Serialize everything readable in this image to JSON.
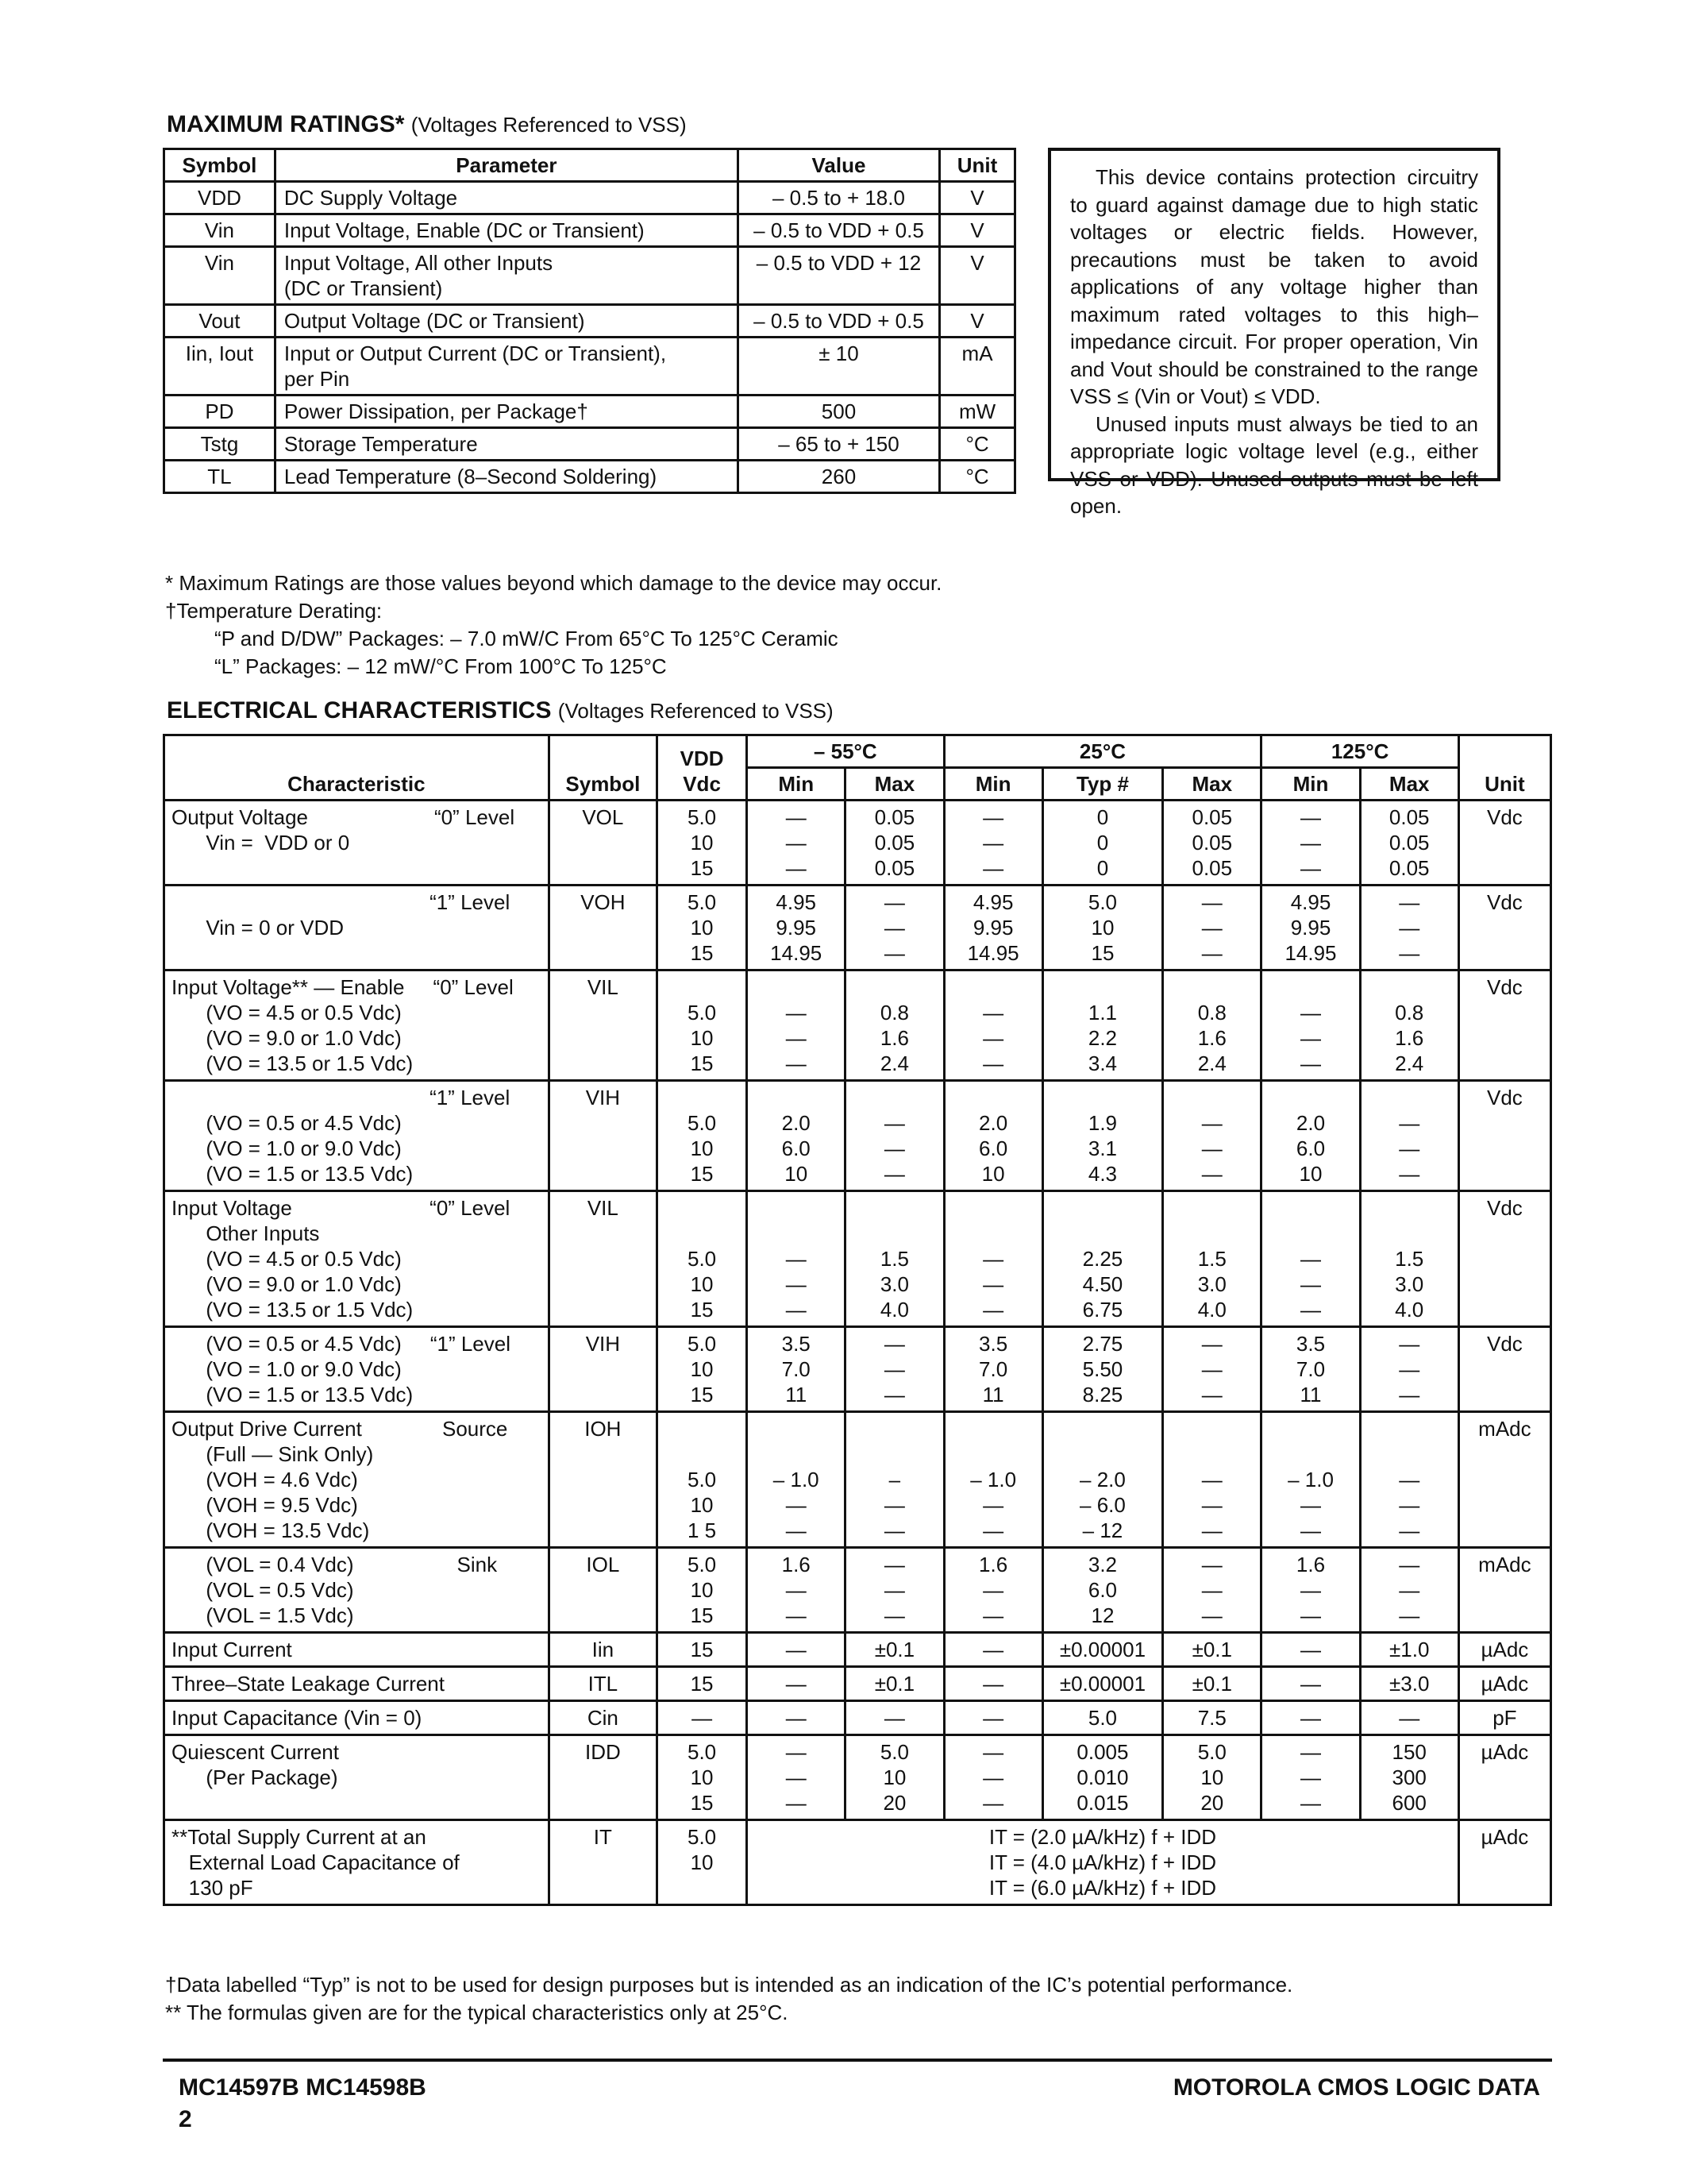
{
  "max_ratings": {
    "title": "MAXIMUM RATINGS*",
    "subtitle": "(Voltages Referenced to VSS)",
    "headers": [
      "Symbol",
      "Parameter",
      "Value",
      "Unit"
    ],
    "rows": [
      {
        "symbol": "VDD",
        "parameter": "DC Supply Voltage",
        "value": "– 0.5 to + 18.0",
        "unit": "V"
      },
      {
        "symbol": "Vin",
        "parameter": "Input Voltage, Enable (DC or Transient)",
        "value": "– 0.5 to VDD + 0.5",
        "unit": "V"
      },
      {
        "symbol": "Vin",
        "parameter": "Input Voltage, All other Inputs\n(DC or Transient)",
        "value": "– 0.5 to VDD + 12",
        "unit": "V"
      },
      {
        "symbol": "Vout",
        "parameter": "Output Voltage (DC or Transient)",
        "value": "– 0.5 to VDD + 0.5",
        "unit": "V"
      },
      {
        "symbol": "Iin, Iout",
        "parameter": "Input or Output Current (DC or Transient),\nper Pin",
        "value": "± 10",
        "unit": "mA"
      },
      {
        "symbol": "PD",
        "parameter": "Power Dissipation, per Package†",
        "value": "500",
        "unit": "mW"
      },
      {
        "symbol": "Tstg",
        "parameter": "Storage Temperature",
        "value": "– 65 to + 150",
        "unit": "°C"
      },
      {
        "symbol": "TL",
        "parameter": "Lead Temperature (8–Second Soldering)",
        "value": "260",
        "unit": "°C"
      }
    ],
    "notes": [
      "* Maximum Ratings are those values beyond which damage to the device may occur.",
      "†Temperature Derating:",
      "“P and D/DW” Packages: – 7.0 mW/C From 65°C To 125°C Ceramic",
      "“L” Packages: – 12 mW/°C From 100°C To 125°C"
    ]
  },
  "protection_box": {
    "p1": "This device contains protection circuitry to guard against damage due to high static voltages or electric fields. However, precautions must be taken to avoid applications of any voltage higher than maximum rated voltages to this high–impedance circuit. For proper operation, Vin and Vout should be constrained to the range VSS ≤ (Vin or Vout) ≤ VDD.",
    "p2": "Unused inputs must always be tied to an appropriate logic voltage level (e.g., either VSS or VDD). Unused outputs must be left open."
  },
  "elec": {
    "title": "ELECTRICAL CHARACTERISTICS",
    "subtitle": "(Voltages Referenced to VSS)",
    "headers": {
      "characteristic": "Characteristic",
      "symbol": "Symbol",
      "vdd": "VDD\nVdc",
      "t1": "– 55°C",
      "t2": "25°C",
      "t3": "125°C",
      "unit": "Unit",
      "min": "Min",
      "max": "Max",
      "typ": "Typ #"
    },
    "rows": [
      {
        "char": "Output Voltage                      “0” Level\n      Vin =  VDD or 0",
        "sym": "VOL",
        "vdd": "5.0\n10\n15",
        "c1": "—\n—\n—",
        "c2": "0.05\n0.05\n0.05",
        "c3": "—\n—\n—",
        "c4": "0\n0\n0",
        "c5": "0.05\n0.05\n0.05",
        "c6": "—\n—\n—",
        "c7": "0.05\n0.05\n0.05",
        "unit": "Vdc"
      },
      {
        "char": "                                             “1” Level\n      Vin = 0 or VDD",
        "sym": "VOH",
        "vdd": "5.0\n10\n15",
        "c1": "4.95\n9.95\n14.95",
        "c2": "—\n—\n—",
        "c3": "4.95\n9.95\n14.95",
        "c4": "5.0\n10\n15",
        "c5": "—\n—\n—",
        "c6": "4.95\n9.95\n14.95",
        "c7": "—\n—\n—",
        "unit": "Vdc"
      },
      {
        "char": "Input Voltage** — Enable     “0” Level\n      (VO = 4.5 or 0.5 Vdc)\n      (VO = 9.0 or 1.0 Vdc)\n      (VO = 13.5 or 1.5 Vdc)",
        "sym": "VIL",
        "vdd": "\n5.0\n10\n15",
        "c1": "\n—\n—\n—",
        "c2": "\n0.8\n1.6\n2.4",
        "c3": "\n—\n—\n—",
        "c4": "\n1.1\n2.2\n3.4",
        "c5": "\n0.8\n1.6\n2.4",
        "c6": "\n—\n—\n—",
        "c7": "\n0.8\n1.6\n2.4",
        "unit": "Vdc"
      },
      {
        "char": "                                             “1” Level\n      (VO = 0.5 or 4.5 Vdc)\n      (VO = 1.0 or 9.0 Vdc)\n      (VO = 1.5 or 13.5 Vdc)",
        "sym": "VIH",
        "vdd": "\n5.0\n10\n15",
        "c1": "\n2.0\n6.0\n10",
        "c2": "\n—\n—\n—",
        "c3": "\n2.0\n6.0\n10",
        "c4": "\n1.9\n3.1\n4.3",
        "c5": "\n—\n—\n—",
        "c6": "\n2.0\n6.0\n10",
        "c7": "\n—\n—\n—",
        "unit": "Vdc"
      },
      {
        "char": "Input Voltage                        “0” Level\n      Other Inputs\n      (VO = 4.5 or 0.5 Vdc)\n      (VO = 9.0 or 1.0 Vdc)\n      (VO = 13.5 or 1.5 Vdc)",
        "sym": "VIL",
        "vdd": "\n\n5.0\n10\n15",
        "c1": "\n\n—\n—\n—",
        "c2": "\n\n1.5\n3.0\n4.0",
        "c3": "\n\n—\n—\n—",
        "c4": "\n\n2.25\n4.50\n6.75",
        "c5": "\n\n1.5\n3.0\n4.0",
        "c6": "\n\n—\n—\n—",
        "c7": "\n\n1.5\n3.0\n4.0",
        "unit": "Vdc"
      },
      {
        "char": "      (VO = 0.5 or 4.5 Vdc)     “1” Level\n      (VO = 1.0 or 9.0 Vdc)\n      (VO = 1.5 or 13.5 Vdc)",
        "sym": "VIH",
        "vdd": "5.0\n10\n15",
        "c1": "3.5\n7.0\n11",
        "c2": "—\n—\n—",
        "c3": "3.5\n7.0\n11",
        "c4": "2.75\n5.50\n8.25",
        "c5": "—\n—\n—",
        "c6": "3.5\n7.0\n11",
        "c7": "—\n—\n—",
        "unit": "Vdc"
      },
      {
        "char": "Output Drive Current              Source\n      (Full — Sink Only)\n      (VOH = 4.6 Vdc)\n      (VOH = 9.5 Vdc)\n      (VOH = 13.5 Vdc)",
        "sym": "IOH",
        "vdd": "\n\n5.0\n10\n1 5",
        "c1": "\n\n– 1.0\n—\n—",
        "c2": "\n\n–\n—\n—",
        "c3": "\n\n– 1.0\n—\n—",
        "c4": "\n\n– 2.0\n– 6.0\n– 12",
        "c5": "\n\n—\n—\n—",
        "c6": "\n\n– 1.0\n—\n—",
        "c7": "\n\n—\n—\n—",
        "unit": "mAdc"
      },
      {
        "char": "      (VOL = 0.4 Vdc)                  Sink\n      (VOL = 0.5 Vdc)\n      (VOL = 1.5 Vdc)",
        "sym": "IOL",
        "vdd": "5.0\n10\n15",
        "c1": "1.6\n—\n—",
        "c2": "—\n—\n—",
        "c3": "1.6\n—\n—",
        "c4": "3.2\n6.0\n12",
        "c5": "—\n—\n—",
        "c6": "1.6\n—\n—",
        "c7": "—\n—\n—",
        "unit": "mAdc"
      },
      {
        "char": "Input Current",
        "sym": "Iin",
        "vdd": "15",
        "c1": "—",
        "c2": "±0.1",
        "c3": "—",
        "c4": "±0.00001",
        "c5": "±0.1",
        "c6": "—",
        "c7": "±1.0",
        "unit": "µAdc"
      },
      {
        "char": "Three–State Leakage Current",
        "sym": "ITL",
        "vdd": "15",
        "c1": "—",
        "c2": "±0.1",
        "c3": "—",
        "c4": "±0.00001",
        "c5": "±0.1",
        "c6": "—",
        "c7": "±3.0",
        "unit": "µAdc"
      },
      {
        "char": "Input Capacitance (Vin = 0)",
        "sym": "Cin",
        "vdd": "—",
        "c1": "—",
        "c2": "—",
        "c3": "—",
        "c4": "5.0",
        "c5": "7.5",
        "c6": "—",
        "c7": "—",
        "unit": "pF"
      },
      {
        "char": "Quiescent Current\n      (Per Package)",
        "sym": "IDD",
        "vdd": "5.0\n10\n15",
        "c1": "—\n—\n—",
        "c2": "5.0\n10\n20",
        "c3": "—\n—\n—",
        "c4": "0.005\n0.010\n0.015",
        "c5": "5.0\n10\n20",
        "c6": "—\n—\n—",
        "c7": "150\n300\n600",
        "unit": "µAdc"
      }
    ],
    "last_row": {
      "char": "**Total Supply Current at an\n   External Load Capacitance of\n   130 pF",
      "sym": "IT",
      "vdd": "5.0\n10",
      "formula": "IT = (2.0 µA/kHz) f + IDD\nIT = (4.0 µA/kHz) f + IDD\nIT = (6.0 µA/kHz) f + IDD",
      "unit": "µAdc"
    },
    "notes": [
      "†Data labelled “Typ” is not to be used for design purposes but is intended as an indication of the IC’s potential performance.",
      "** The formulas given are for the typical characteristics only at 25°C."
    ]
  },
  "footer": {
    "left": "MC14597B MC14598B",
    "page": "2",
    "right": "MOTOROLA CMOS LOGIC DATA"
  }
}
